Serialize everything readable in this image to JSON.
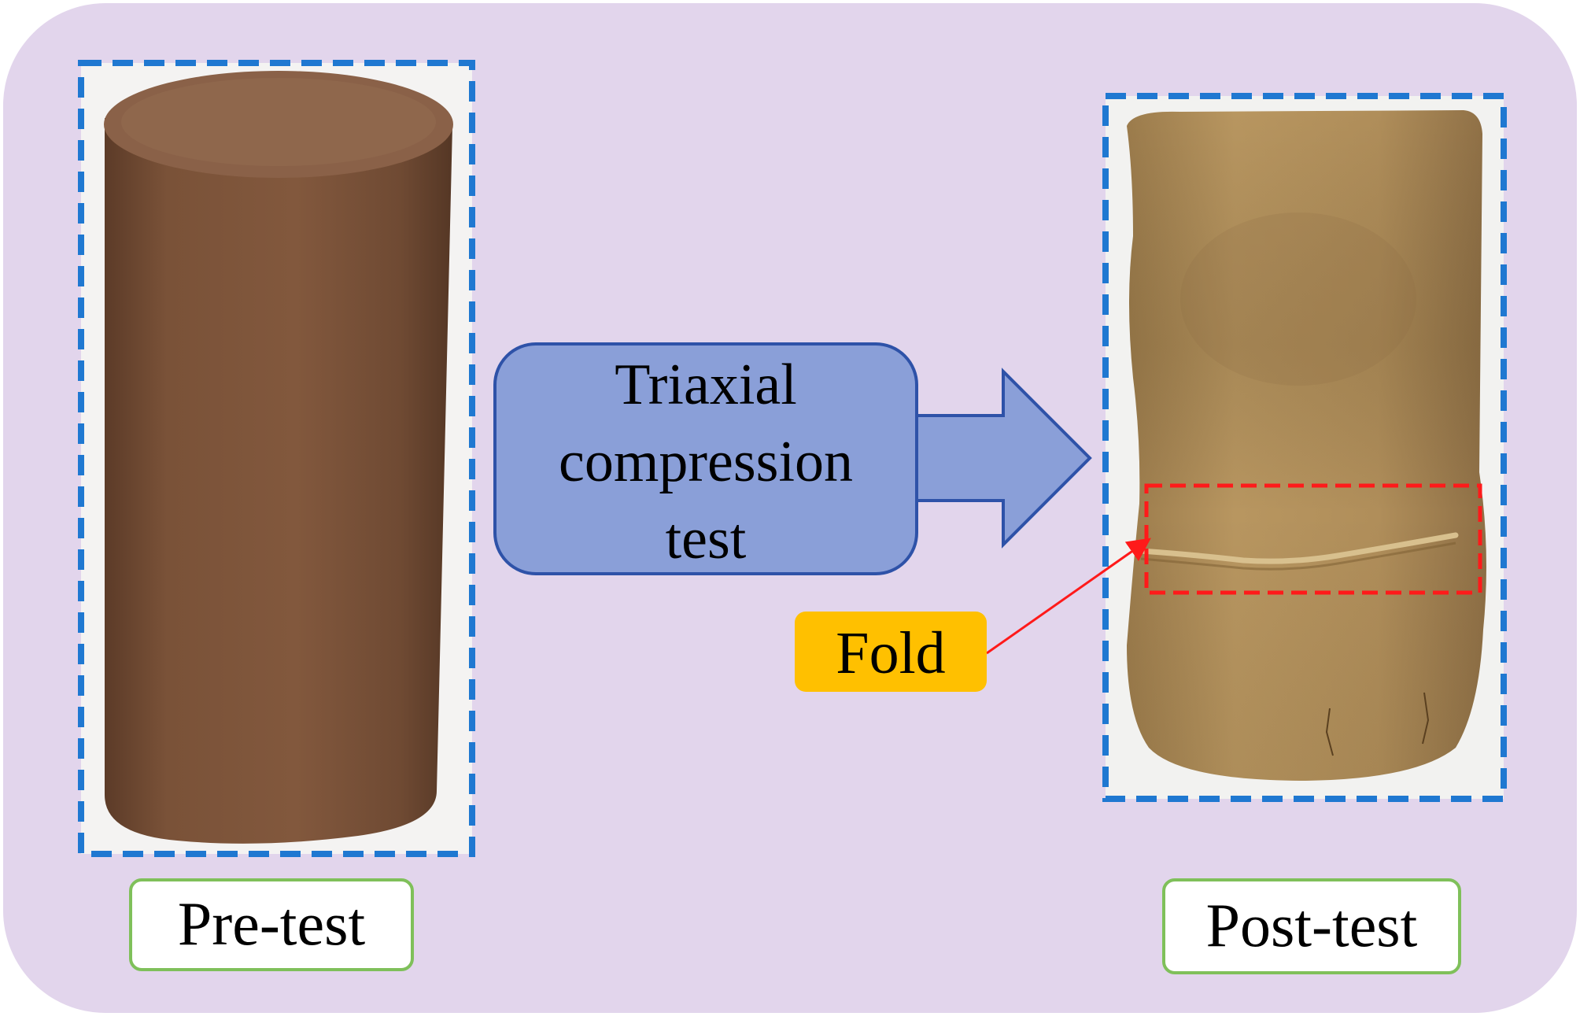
{
  "colors": {
    "panel_background": "#e2d5ec",
    "frame_dashed_blue": "#1f78d1",
    "process_box_fill": "#8a9fd8",
    "process_box_stroke": "#2e52a8",
    "fold_label_fill": "#ffc000",
    "fold_box_dashed_red": "#ff1a1a",
    "label_box_border": "#7fc05a",
    "pre_test_specimen": "#7a5238",
    "post_test_specimen": "#b89660"
  },
  "pre_test": {
    "label": "Pre-test"
  },
  "post_test": {
    "label": "Post-test"
  },
  "process": {
    "lines": [
      "Triaxial",
      "compression",
      "test"
    ]
  },
  "annotation": {
    "label": "Fold"
  }
}
